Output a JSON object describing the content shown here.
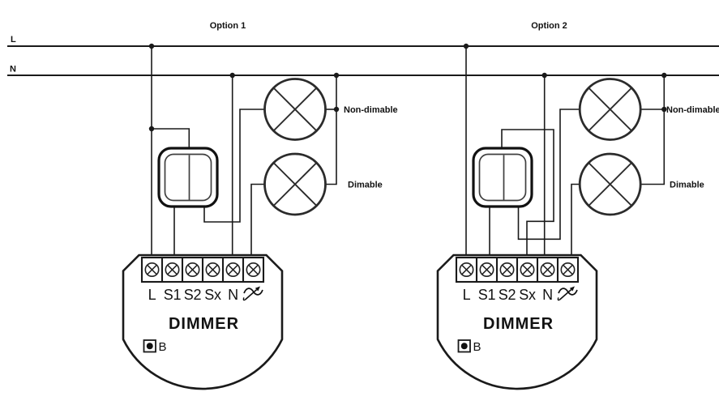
{
  "power_lines": {
    "live_label": "L",
    "neutral_label": "N"
  },
  "options": [
    {
      "title": "Option 1",
      "lamps": {
        "non_dimmable": "Non-dimable",
        "dimmable": "Dimable"
      }
    },
    {
      "title": "Option 2",
      "lamps": {
        "non_dimmable": "Non-dimable",
        "dimmable": "Dimable"
      }
    }
  ],
  "dimmer_module": {
    "label": "DIMMER",
    "terminals": [
      "L",
      "S1",
      "S2",
      "Sx",
      "N"
    ],
    "output_terminal_icon": "dimmed-output-icon",
    "service_button_label": "B"
  },
  "colors": {
    "wire": "#1a1a1a",
    "lamp_stroke": "#2b2b2b",
    "background": "#ffffff"
  }
}
